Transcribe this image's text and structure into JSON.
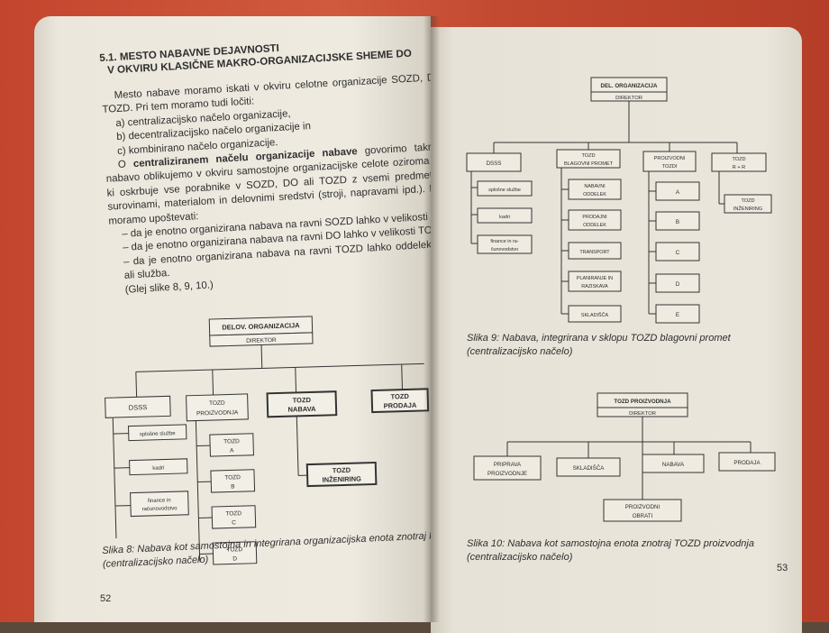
{
  "left_page": {
    "heading_line1": "5.1. MESTO NABAVNE DEJAVNOSTI",
    "heading_line2": "V OKVIRU KLASIČNE MAKRO-ORGANIZACIJSKE SHEME DO",
    "p1": "Mesto nabave moramo iskati v okviru celotne organizacije SOZD, DO ali TOZD. Pri tem moramo tudi ločiti:",
    "list_a": "a) centralizacijsko načelo organizacije,",
    "list_b": "b) decentralizacijsko načelo organizacije in",
    "list_c": "c) kombinirano načelo organizacije.",
    "p2_start": "O ",
    "p2_bold": "centraliziranem načelu organizacije nabave",
    "p2_rest": " govorimo takrat, ko nabavo oblikujemo v okviru samostojne organizacijske celote oziroma enote, ki oskrbuje vse porabnike v SOZD, DO ali TOZD z vsemi predmeti dela, surovinami, materialom in delovnimi sredstvi (stroji, napravami ipd.). Pri tem moramo upoštevati:",
    "dash1": "– da je enotno organizirana nabava na ravni SOZD lahko v velikosti DO,",
    "dash2": "– da je enotno organizirana nabava na ravni DO lahko v velikosti TOZD,",
    "dash3": "– da je enotno organizirana nabava na ravni TOZD lahko oddelek, sektor ali služba.",
    "ref": "(Glej slike 8, 9, 10.)",
    "caption": "Slika 8: Nabava kot samostojna in integrirana organizacijska enota znotraj DO (centralizacijsko načelo)",
    "page_number": "52",
    "chart": {
      "top_line1": "DELOV. ORGANIZACIJA",
      "top_line2": "DIREKTOR",
      "dsss": "DSSS",
      "dsss_items": [
        "splošne službe",
        "kadri",
        "finance in",
        "računovodstvo"
      ],
      "tozd_proiz_1": "TOZD",
      "tozd_proiz_2": "PROIZVODNJA",
      "tozd_subs": [
        [
          "TOZD",
          "A"
        ],
        [
          "TOZD",
          "B"
        ],
        [
          "TOZD",
          "C"
        ],
        [
          "TOZD",
          "D"
        ]
      ],
      "tozd_nabava": [
        "TOZD",
        "NABAVA"
      ],
      "tozd_prodaja": [
        "TOZD",
        "PRODAJA"
      ],
      "tozd_inzeniring": [
        "TOZD",
        "INŽENIRING"
      ]
    }
  },
  "right_page": {
    "chart9": {
      "top_line1": "DEL. ORGANIZACIJA",
      "top_line2": "DIREKTOR",
      "dsss": "DSSS",
      "dsss_items": [
        "splošne službe",
        "kadri",
        "finance in ra-",
        "čunovodstvo"
      ],
      "blagovni_1": "TOZD",
      "blagovni_2": "BLAGOVNI PROMET",
      "blagovni_items": [
        [
          "NABAVNI",
          "ODDELEK"
        ],
        [
          "PRODAJNI",
          "ODDELEK"
        ],
        [
          "TRANSPORT",
          ""
        ],
        [
          "PLANIRANJE IN",
          "RAZISKAVA"
        ],
        [
          "SKLADIŠČA",
          ""
        ]
      ],
      "proizvodni_1": "PROIZVODNI",
      "proizvodni_2": "TOZDI",
      "proizvodni_items": [
        "A",
        "B",
        "C",
        "D",
        "E"
      ],
      "tozd_rr": [
        "TOZD",
        "R + R"
      ],
      "tozd_inz": [
        "TOZD",
        "INŽENIRING"
      ]
    },
    "caption9": "Slika 9: Nabava, integrirana v sklopu TOZD blagovni promet (centralizacijsko načelo)",
    "chart10": {
      "top_line1": "TOZD PROIZVODNJA",
      "top_line2": "DIREKTOR",
      "items": [
        [
          "PRIPRAVA",
          "PROIZVODNJE"
        ],
        [
          "SKLADIŠČA",
          ""
        ],
        [
          "NABAVA",
          ""
        ],
        [
          "PRODAJA",
          ""
        ]
      ],
      "bottom": [
        "PROIZVODNI",
        "OBRATI"
      ]
    },
    "caption10": "Slika 10: Nabava kot samostojna enota znotraj TOZD proizvodnja (centralizacijsko načelo)",
    "page_number": "53"
  }
}
